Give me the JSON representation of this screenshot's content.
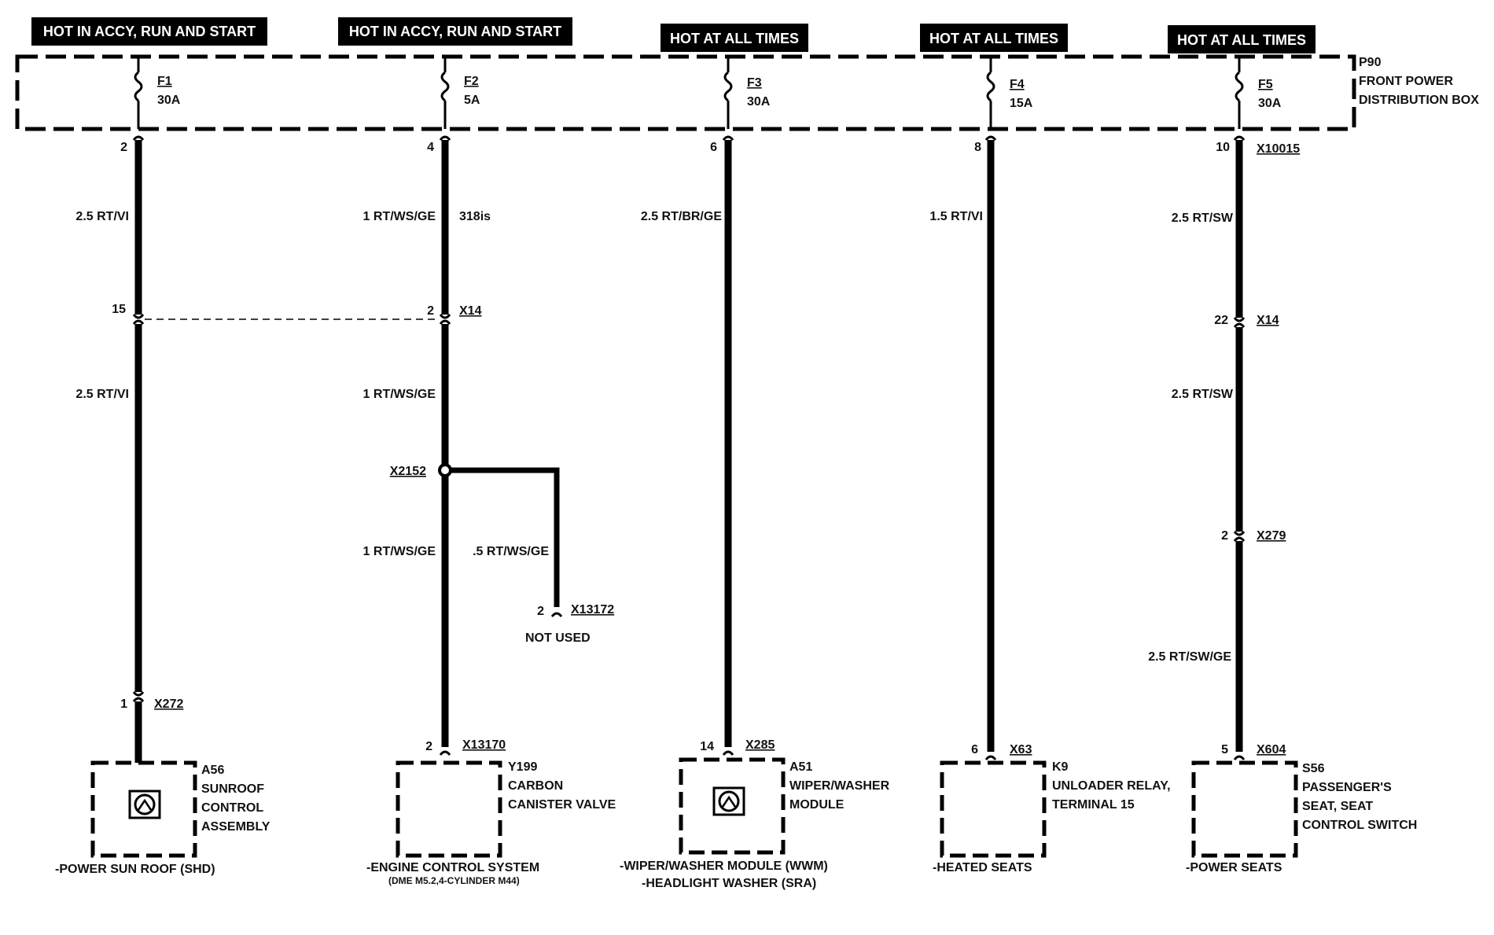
{
  "box": {
    "id": "P90",
    "name_line1": "FRONT POWER",
    "name_line2": "DISTRIBUTION BOX"
  },
  "circuits": [
    {
      "header": "HOT IN ACCY, RUN AND START",
      "fuse": "F1",
      "amps": "30A",
      "box_pin": "2",
      "wire1": "2.5 RT/VI",
      "mid_pin": "15",
      "wire2": "2.5 RT/VI",
      "conn_pin": "1",
      "conn": "X272",
      "comp_id": "A56",
      "comp_l1": "SUNROOF",
      "comp_l2": "CONTROL",
      "comp_l3": "ASSEMBLY",
      "system": "-POWER SUN ROOF (SHD)"
    },
    {
      "header": "HOT IN ACCY, RUN AND START",
      "fuse": "F2",
      "amps": "5A",
      "box_pin": "4",
      "wire1": "1 RT/WS/GE",
      "note": "318is",
      "mid_pin": "2",
      "mid_conn": "X14",
      "wire2": "1 RT/WS/GE",
      "splice": "X2152",
      "wire3": "1 RT/WS/GE",
      "branch_wire": ".5 RT/WS/GE",
      "branch_pin": "2",
      "branch_conn": "X13172",
      "branch_note": "NOT USED",
      "end_pin": "2",
      "end_conn": "X13170",
      "comp_id": "Y199",
      "comp_l1": "CARBON",
      "comp_l2": "CANISTER VALVE",
      "system": "-ENGINE CONTROL SYSTEM",
      "system_sub": "(DME M5.2,4-CYLINDER M44)"
    },
    {
      "header": "HOT AT ALL TIMES",
      "fuse": "F3",
      "amps": "30A",
      "box_pin": "6",
      "wire1": "2.5 RT/BR/GE",
      "end_pin": "14",
      "end_conn": "X285",
      "comp_id": "A51",
      "comp_l1": "WIPER/WASHER",
      "comp_l2": "MODULE",
      "system": "-WIPER/WASHER MODULE (WWM)",
      "system2": "-HEADLIGHT WASHER (SRA)"
    },
    {
      "header": "HOT AT ALL TIMES",
      "fuse": "F4",
      "amps": "15A",
      "box_pin": "8",
      "wire1": "1.5 RT/VI",
      "end_pin": "6",
      "end_conn": "X63",
      "comp_id": "K9",
      "comp_l1": "UNLOADER RELAY,",
      "comp_l2": "TERMINAL 15",
      "system": "-HEATED SEATS"
    },
    {
      "header": "HOT AT ALL TIMES",
      "fuse": "F5",
      "amps": "30A",
      "box_pin": "10",
      "box_conn": "X10015",
      "wire1": "2.5 RT/SW",
      "mid_pin": "22",
      "mid_conn": "X14",
      "wire2": "2.5 RT/SW",
      "pin3": "2",
      "conn3": "X279",
      "wire3": "2.5 RT/SW/GE",
      "end_pin": "5",
      "end_conn": "X604",
      "comp_id": "S56",
      "comp_l1": "PASSENGER'S",
      "comp_l2": "SEAT, SEAT",
      "comp_l3": "CONTROL SWITCH",
      "system": "-POWER SEATS"
    }
  ]
}
